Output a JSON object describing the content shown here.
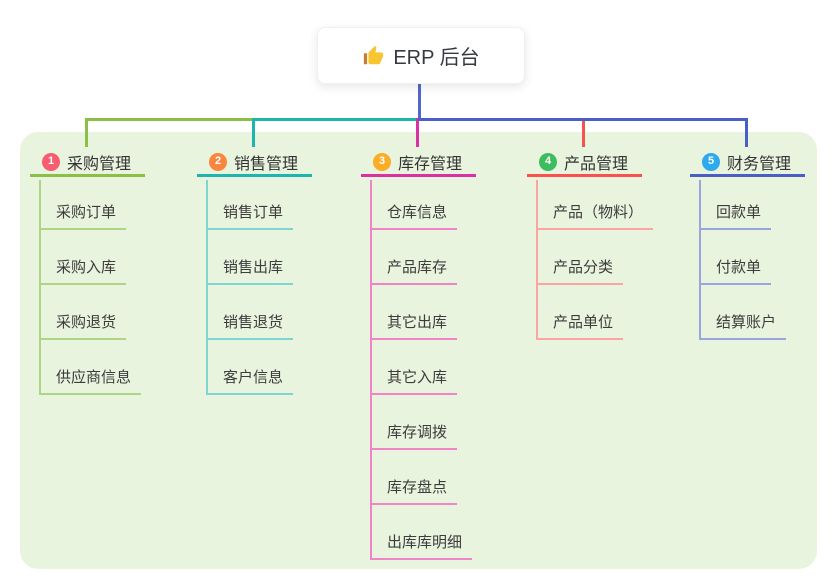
{
  "root": {
    "label": "ERP 后台",
    "icon": "thumbs-up-icon",
    "line_color": "#5566C9"
  },
  "canvas": {
    "background_color": "#E9F4DF"
  },
  "branches": [
    {
      "number": "1",
      "label": "采购管理",
      "line_color": "#8CBF45",
      "child_line_color": "#AED584",
      "badge_color": "#F75C70",
      "children": [
        "采购订单",
        "采购入库",
        "采购退货",
        "供应商信息"
      ]
    },
    {
      "number": "2",
      "label": "销售管理",
      "line_color": "#1DB5AD",
      "child_line_color": "#7FD6D0",
      "badge_color": "#F8863E",
      "children": [
        "销售订单",
        "销售出库",
        "销售退货",
        "客户信息"
      ]
    },
    {
      "number": "3",
      "label": "库存管理",
      "line_color": "#DC31A2",
      "child_line_color": "#F084C6",
      "badge_color": "#FBAD25",
      "children": [
        "仓库信息",
        "产品库存",
        "其它出库",
        "其它入库",
        "库存调拨",
        "库存盘点",
        "出库库明细"
      ]
    },
    {
      "number": "4",
      "label": "产品管理",
      "line_color": "#F8514E",
      "child_line_color": "#FBA4A2",
      "badge_color": "#3DBD5F",
      "children": [
        "产品（物料）",
        "产品分类",
        "产品单位"
      ]
    },
    {
      "number": "5",
      "label": "财务管理",
      "line_color": "#4A5FC6",
      "child_line_color": "#98A6DF",
      "badge_color": "#2FA9ED",
      "children": [
        "回款单",
        "付款单",
        "结算账户"
      ]
    }
  ]
}
